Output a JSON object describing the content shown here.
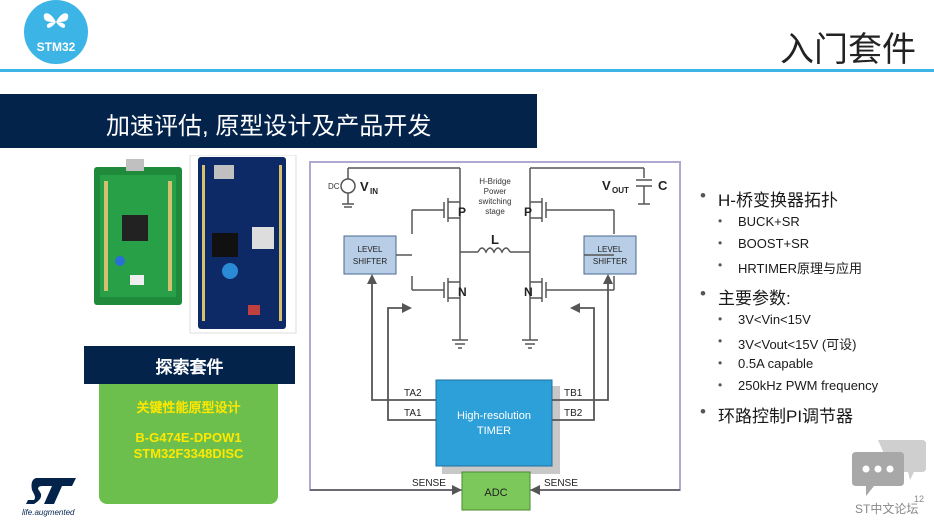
{
  "header": {
    "logo_text": "STM32",
    "title": "入门套件"
  },
  "banner": {
    "text": "加速评估, 原型设计及产品开发"
  },
  "kit": {
    "header": "探索套件",
    "subtitle": "关键性能原型设计",
    "models": [
      "B-G474E-DPOW1",
      "STM32F3348DISC"
    ]
  },
  "brand": {
    "tagline": "life.augmented"
  },
  "diagram": {
    "dc_label": "DC",
    "vin_label": "V",
    "vin_sub": "IN",
    "vout_label": "V",
    "vout_sub": "OUT",
    "cap_label": "C",
    "hbridge_label": [
      "H-Bridge",
      "Power",
      "switching",
      "stage"
    ],
    "p_left": "P",
    "p_right": "P",
    "n_left": "N",
    "n_right": "N",
    "inductor_label": "L",
    "level_shifter_left": [
      "LEVEL",
      "SHIFTER"
    ],
    "level_shifter_right": [
      "LEVEL",
      "SHIFTER"
    ],
    "timer_label": [
      "High-resolution",
      "TIMER"
    ],
    "ta2": "TA2",
    "ta1": "TA1",
    "tb1": "TB1",
    "tb2": "TB2",
    "sense_left": "SENSE",
    "sense_right": "SENSE",
    "adc_label": "ADC"
  },
  "bullets": [
    {
      "text": "H-桥变换器拓扑",
      "sub": [
        "BUCK+SR",
        "BOOST+SR",
        "HRTIMER原理与应用"
      ]
    },
    {
      "text": "主要参数:",
      "sub": [
        "3V<Vin<15V",
        "3V<Vout<15V (可设)",
        "0.5A capable",
        "250kHz PWM frequency"
      ]
    },
    {
      "text": "环路控制PI调节器",
      "sub": []
    }
  ],
  "footer": {
    "forum": "ST中文论坛",
    "page": "12"
  },
  "colors": {
    "st_light_blue": "#3cb4e6",
    "st_dark_blue": "#03234b",
    "kit_green": "#6cbf4c",
    "kit_yellow": "#ffe800",
    "timer_blue": "#2d9fd9"
  }
}
